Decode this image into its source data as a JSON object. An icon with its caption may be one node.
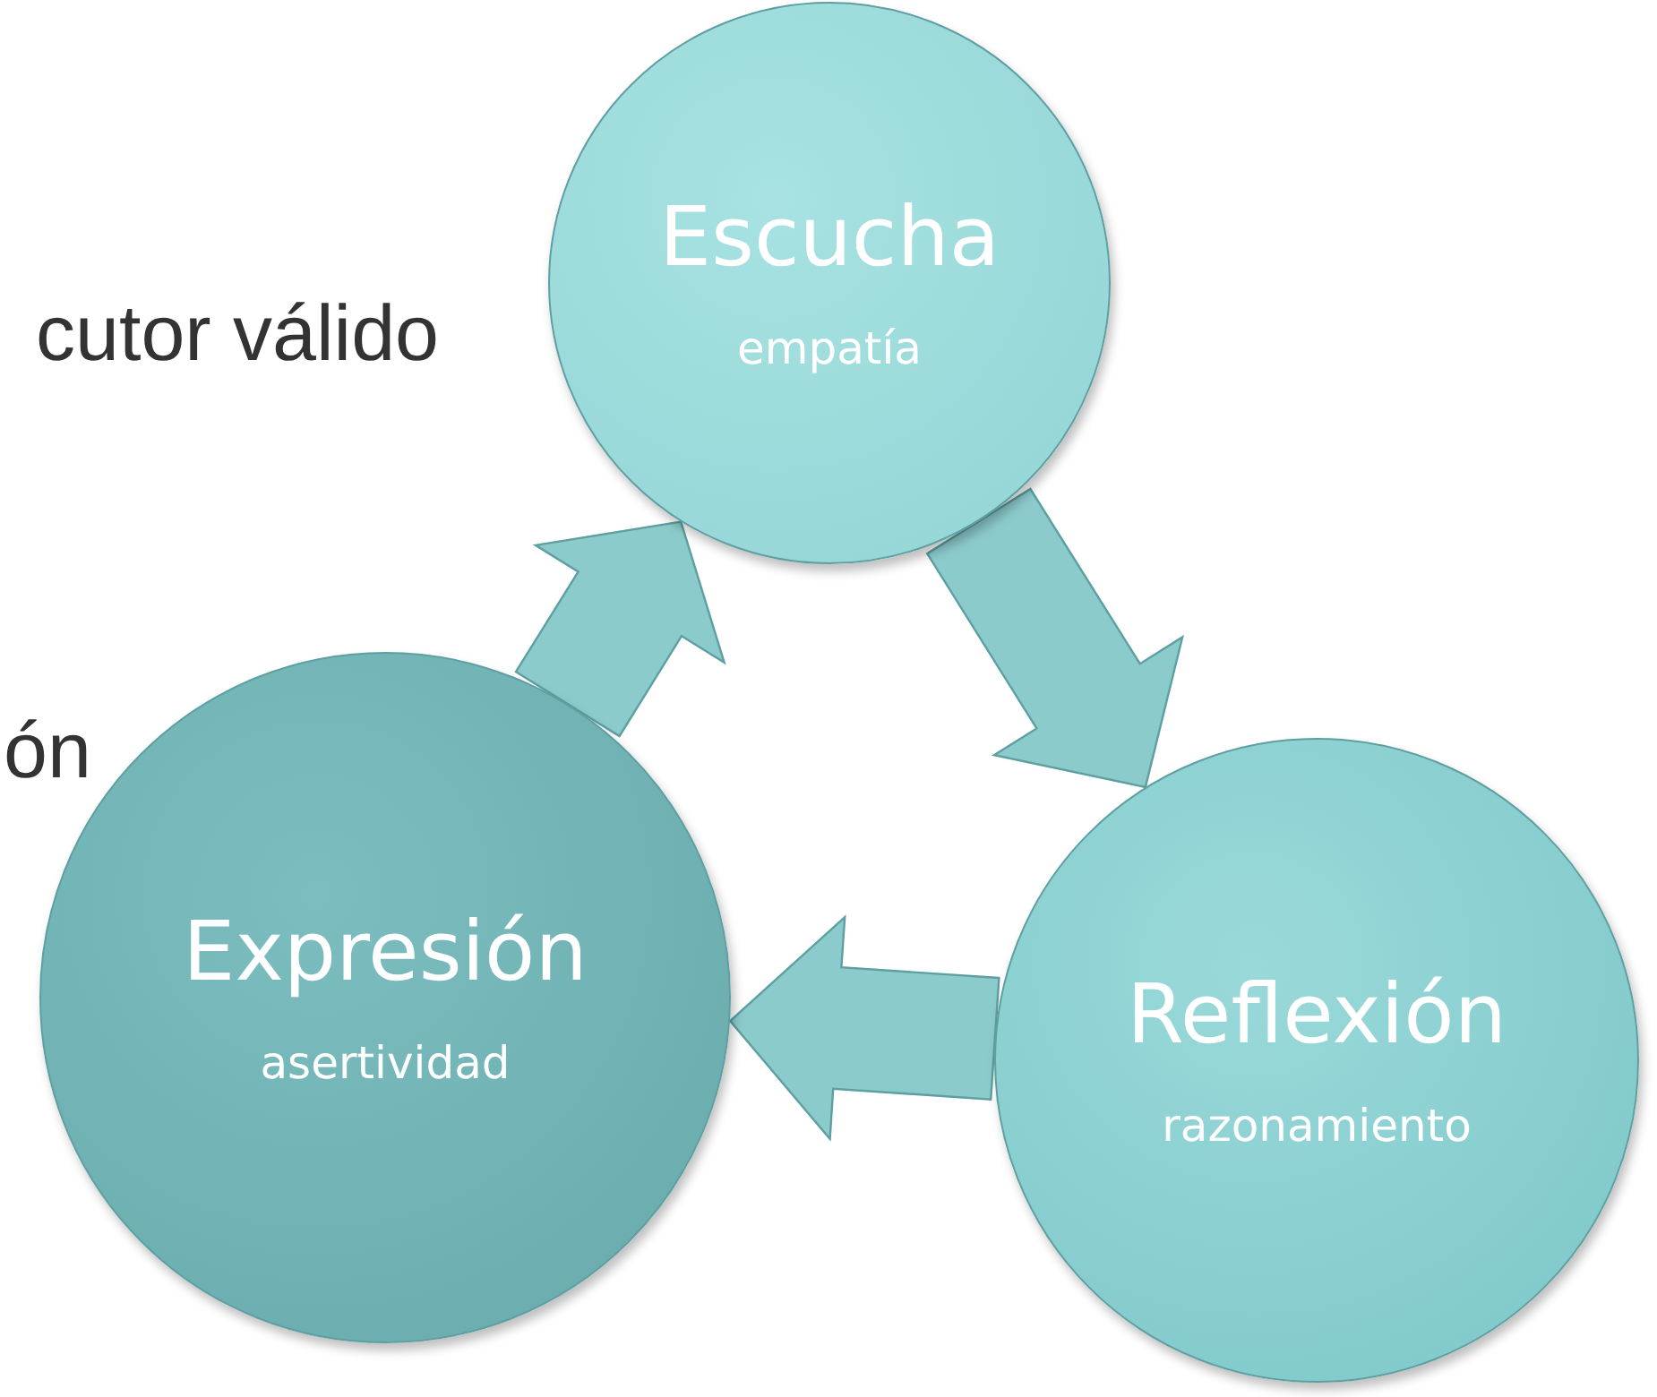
{
  "diagram": {
    "nodes": [
      {
        "text": [
          "Escucha",
          "empatía"
        ]
      },
      {
        "text": [
          "Reflexión",
          "razonamiento"
        ]
      },
      {
        "text": [
          "Expresión",
          "asertividad"
        ]
      }
    ],
    "edges": [
      {
        "from": 0,
        "to": 1,
        "arrow": "to"
      },
      {
        "from": 1,
        "to": 2,
        "arrow": "to"
      },
      {
        "from": 2,
        "to": 0,
        "arrow": "to"
      }
    ],
    "labels": [
      "cutor válido",
      "ón"
    ]
  }
}
